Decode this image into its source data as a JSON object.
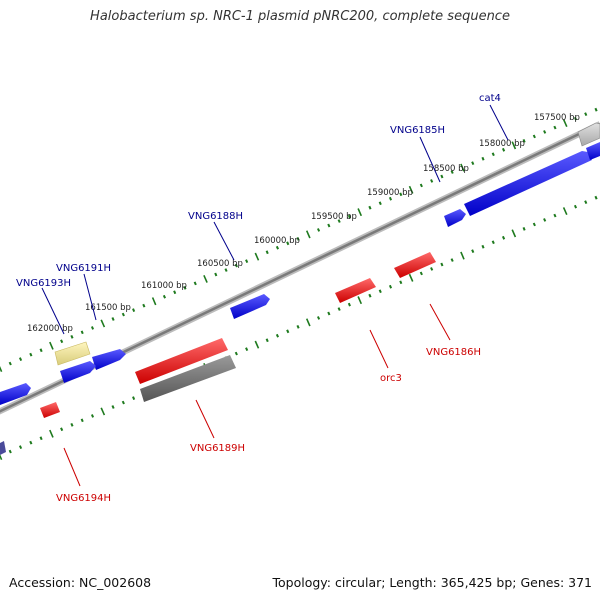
{
  "header": {
    "title": "Halobacterium sp. NRC-1 plasmid pNRC200, complete sequence"
  },
  "footer": {
    "accession": "Accession: NC_002608",
    "summary": "Topology: circular; Length: 365,425 bp; Genes: 371"
  },
  "colors": {
    "forward_gene": "#0a0af0",
    "reverse_gene": "#ee1111",
    "forward_label": "#00008b",
    "reverse_label": "#cc0000",
    "tick": "#1e7a1e",
    "backbone": "#8a8a8a"
  },
  "scale_labels": [
    "157500 bp",
    "158000 bp",
    "158500 bp",
    "159000 bp",
    "159500 bp",
    "160000 bp",
    "160500 bp",
    "161000 bp",
    "161500 bp",
    "162000 bp"
  ],
  "gene_labels": {
    "forward": [
      "cat4",
      "VNG6185H",
      "VNG6188H",
      "VNG6191H",
      "VNG6193H"
    ],
    "reverse": [
      "VNG6186H",
      "orc3",
      "VNG6189H",
      "VNG6194H"
    ]
  }
}
